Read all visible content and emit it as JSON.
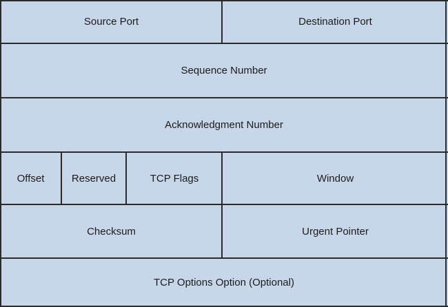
{
  "colors": {
    "cell_background": "#c7d7e9",
    "grid_line": "#2b2b2b",
    "text": "#1b1b1b"
  },
  "header": {
    "fields": [
      {
        "label": "Source Port"
      },
      {
        "label": "Destination Port"
      },
      {
        "label": "Sequence Number"
      },
      {
        "label": "Acknowledgment Number"
      },
      {
        "label": "Offset"
      },
      {
        "label": "Reserved"
      },
      {
        "label": "TCP Flags"
      },
      {
        "label": "Window"
      },
      {
        "label": "Checksum"
      },
      {
        "label": "Urgent Pointer"
      },
      {
        "label": "TCP Options Option (Optional)"
      }
    ]
  }
}
